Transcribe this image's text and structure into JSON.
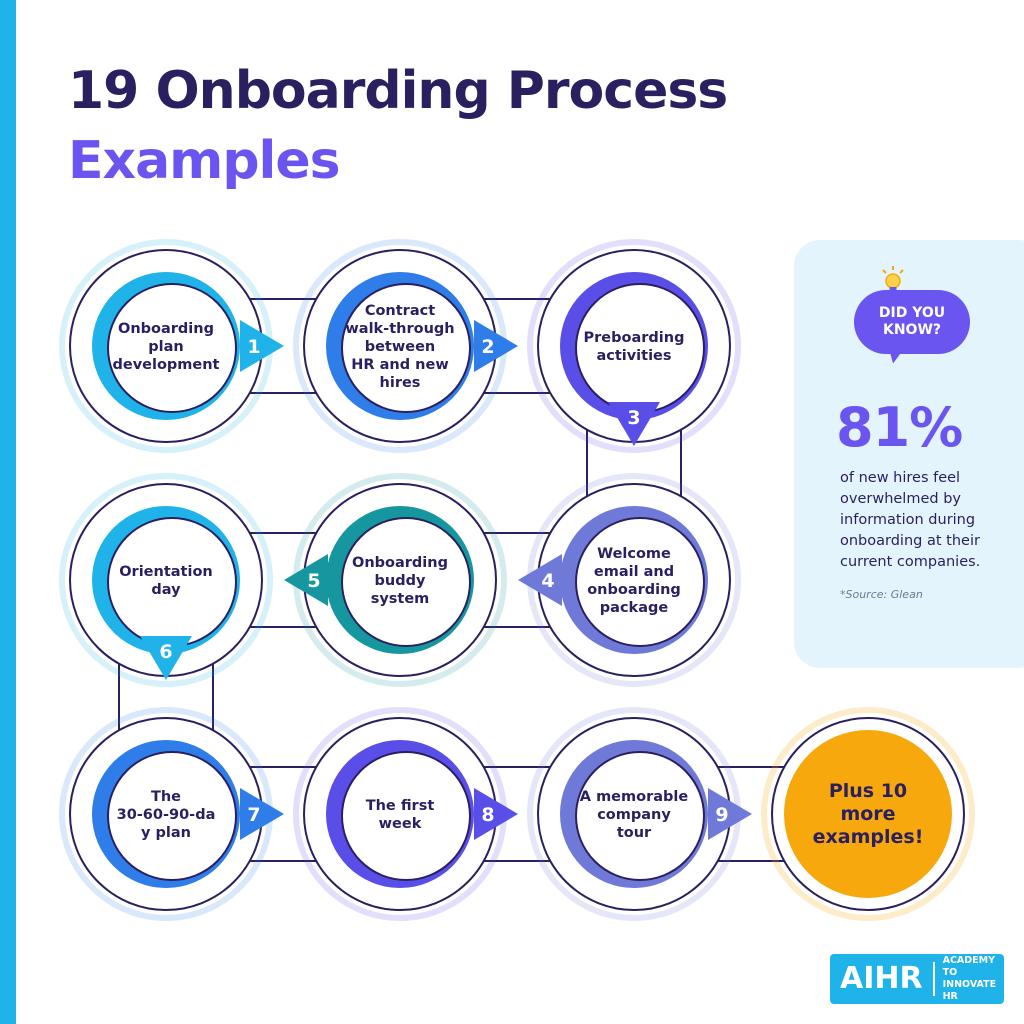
{
  "title": {
    "line1": "19 Onboarding Process",
    "line2": "Examples"
  },
  "steps": [
    {
      "number": "1",
      "lines": [
        "Onboarding",
        "plan",
        "development"
      ],
      "color": "#1fb3ea",
      "arrow": "right"
    },
    {
      "number": "2",
      "lines": [
        "Contract",
        "walk-through",
        "between",
        "HR and new",
        "hires"
      ],
      "color": "#2e7de8",
      "arrow": "right"
    },
    {
      "number": "3",
      "lines": [
        "Preboarding",
        "activities"
      ],
      "color": "#5a4ee8",
      "arrow": "down"
    },
    {
      "number": "4",
      "lines": [
        "Welcome",
        "email and",
        "onboarding",
        "package"
      ],
      "color": "#6f7ad8",
      "arrow": "left"
    },
    {
      "number": "5",
      "lines": [
        "Onboarding",
        "buddy",
        "system"
      ],
      "color": "#16979f",
      "arrow": "left"
    },
    {
      "number": "6",
      "lines": [
        "Orientation",
        "day"
      ],
      "color": "#1fb3ea",
      "arrow": "down"
    },
    {
      "number": "7",
      "lines": [
        "The",
        "30-60-90-da",
        "y plan"
      ],
      "color": "#2e7de8",
      "arrow": "right"
    },
    {
      "number": "8",
      "lines": [
        "The first",
        "week"
      ],
      "color": "#5a4ee8",
      "arrow": "right"
    },
    {
      "number": "9",
      "lines": [
        "A memorable",
        "company",
        "tour"
      ],
      "color": "#6f7ad8",
      "arrow": "right"
    }
  ],
  "final": {
    "lines": [
      "Plus 10",
      "more",
      "examples!"
    ],
    "color": "#f7a80d"
  },
  "did_you_know": {
    "badge_line1": "DID YOU",
    "badge_line2": "KNOW?",
    "stat": "81%",
    "text": "of new hires feel overwhelmed by information during onboarding at their current companies.",
    "source": "*Source: Glean"
  },
  "logo": {
    "mark": "AIHR",
    "line1": "ACADEMY TO",
    "line2": "INNOVATE HR"
  },
  "colors": {
    "navy": "#2a1f5f",
    "accent": "#6b55f0",
    "sky": "#1fb3ea",
    "panel": "#e4f4fd"
  }
}
